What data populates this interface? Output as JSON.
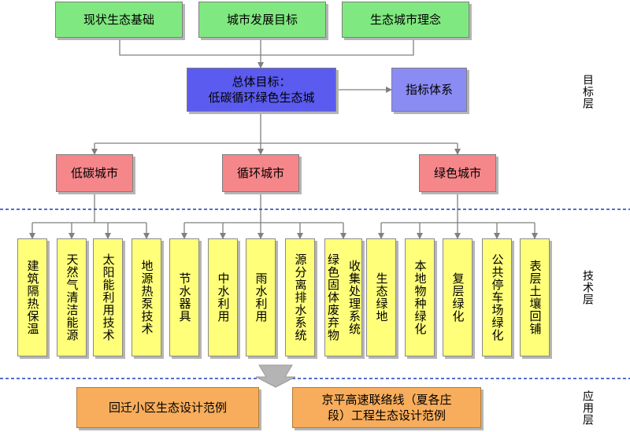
{
  "top_inputs": [
    "现状生态基础",
    "城市发展目标",
    "生态城市理念"
  ],
  "goal": {
    "line1": "总体目标：",
    "line2": "低碳循环绿色生态城"
  },
  "indicator": "指标体系",
  "cities": [
    "低碳城市",
    "循环城市",
    "绿色城市"
  ],
  "tech": {
    "low_carbon": [
      "建筑隔热保温",
      "天然气清洁能源",
      "太阳能利用技术",
      "地源热泵技术"
    ],
    "circular": [
      "节水器具",
      "中水利用",
      "雨水利用",
      "源分离排水系统"
    ],
    "circular_last": {
      "col1": "收集处理系统",
      "col2": "绿色固体废弃物"
    },
    "green": [
      "生态绿地",
      "本地物种绿化",
      "复层绿化",
      "公共停车场绿化",
      "表层土壤回铺"
    ]
  },
  "applications": [
    "回迁小区生态设计范例",
    "京平高速联络线（夏各庄\n段）工程生态设计范例"
  ],
  "layers": [
    "目标层",
    "技术层",
    "应用层"
  ],
  "colors": {
    "connector": "#808080",
    "divider": "#1f3fbf",
    "flow_arrow": "#b4b4b4"
  }
}
